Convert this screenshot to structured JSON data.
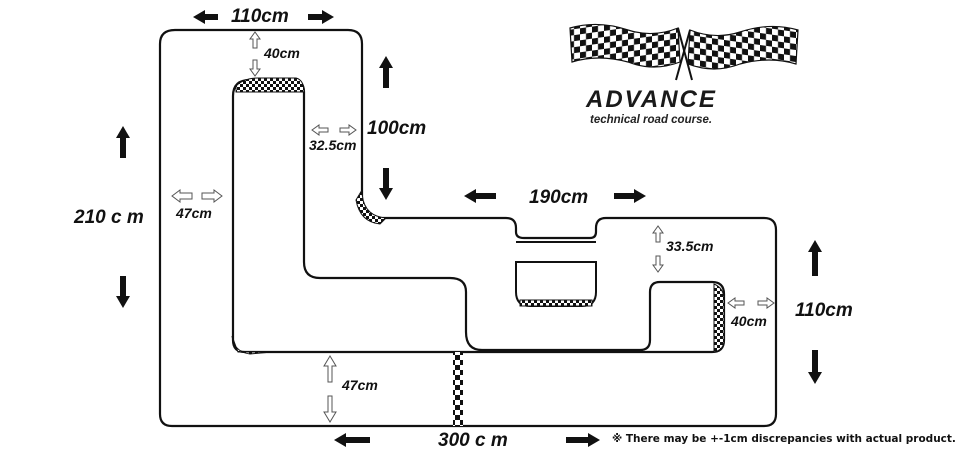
{
  "brand": {
    "name": "ADVANCE",
    "tagline": "technical road course."
  },
  "dimensions": {
    "top_width": "110cm",
    "inner_top_gap": "40cm",
    "right_step_height": "100cm",
    "lane_width_left_top": "32.5cm",
    "total_height": "210 c m",
    "left_lane_width": "47cm",
    "middle_width": "190cm",
    "inner_right_gap": "33.5cm",
    "right_height": "110cm",
    "right_lane_width": "40cm",
    "bottom_lane_width": "47cm",
    "total_width": "300 c m"
  },
  "note": "※ There may be +-1cm discrepancies with actual product.",
  "colors": {
    "track_line": "#111111",
    "checker": "#111111",
    "background": "#ffffff",
    "outline_arrow": "#555555"
  },
  "icons": [
    "checkered-flags-icon",
    "arrow-left-icon",
    "arrow-right-icon",
    "arrow-up-icon",
    "arrow-down-icon"
  ]
}
